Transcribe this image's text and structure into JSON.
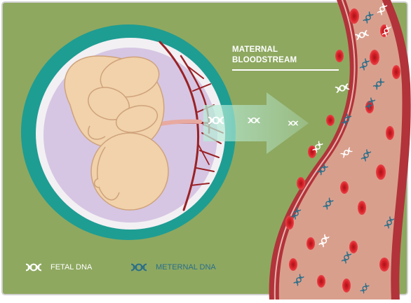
{
  "labels": {
    "maternal_bloodstream_line1": "MATERNAL",
    "maternal_bloodstream_line2": "BLOODSTREAM"
  },
  "legend": {
    "fetal": "FETAL DNA",
    "maternal": "METERNAL DNA"
  },
  "icons": {
    "fetal_dna": "dna-helix-white",
    "maternal_dna": "dna-helix-blue",
    "red_blood_cell": "red-blood-cell"
  },
  "colors": {
    "background": "#8ea860",
    "vessel_wall": "#b2333a",
    "vessel_inner": "#d99f8d",
    "uterus_ring": "#1e9d93",
    "amniotic": "#d6c6e3",
    "fetus": "#f1d2aa",
    "placenta_vessels": "#9a2226",
    "transfer_arrow": "#b8ecd8",
    "fetal_dna": "#ffffff",
    "maternal_dna": "#2b6f8a",
    "blood_cell": "#d82027"
  }
}
